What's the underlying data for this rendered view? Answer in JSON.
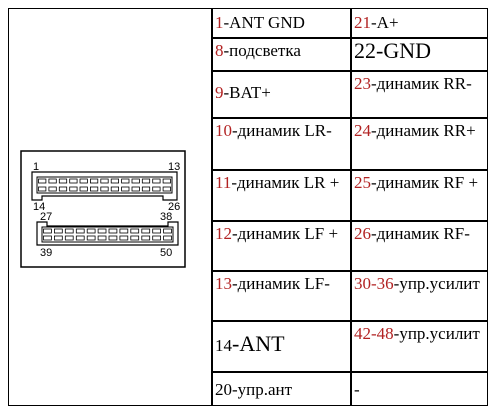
{
  "connector": {
    "pin_1": "1",
    "pin_13": "13",
    "pin_14": "14",
    "pin_26": "26",
    "pin_27": "27",
    "pin_38": "38",
    "pin_39": "39",
    "pin_50": "50"
  },
  "rows": [
    {
      "left": {
        "num": "1",
        "text": "-ANT GND"
      },
      "right": {
        "num": "21",
        "text": "-A+"
      }
    },
    {
      "left": {
        "num": "8",
        "text": "-подсветка"
      },
      "right": {
        "num": "22",
        "text": "-GND"
      }
    },
    {
      "left": {
        "num": "9",
        "text": "-BAT+"
      },
      "right": {
        "num": "23",
        "text": "-динамик RR-"
      }
    },
    {
      "left": {
        "num": "10",
        "text": "-динамик LR-"
      },
      "right": {
        "num": "24",
        "text": "-динамик RR+"
      }
    },
    {
      "left": {
        "num": "11",
        "text": "-динамик LR +"
      },
      "right": {
        "num": "25",
        "text": "-динамик RF +"
      }
    },
    {
      "left": {
        "num": "12",
        "text": "-динамик LF +"
      },
      "right": {
        "num": "26",
        "text": "-динамик RF-"
      }
    },
    {
      "left": {
        "num": "13",
        "text": "-динамик LF-"
      },
      "right": {
        "num": "30-36",
        "text": "-упр.усилит"
      }
    },
    {
      "left": {
        "num": "14",
        "text": "-ANT"
      },
      "right": {
        "num": "42-48",
        "text": "-упр.усилит"
      }
    },
    {
      "left": {
        "num": "20",
        "text": "-упр.ант"
      },
      "right": {
        "num": "",
        "text": "-"
      }
    }
  ]
}
